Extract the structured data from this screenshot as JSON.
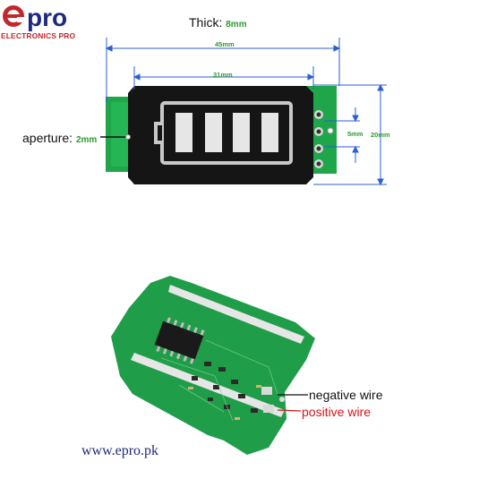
{
  "brand": {
    "name": "pro",
    "e_letter": "e",
    "tagline": "ELECTRONICS PRO",
    "website": "www.epro.pk",
    "colors": {
      "red": "#c0282d",
      "navy": "#1f2a7a"
    }
  },
  "diagram": {
    "thick_prefix": "Thick: ",
    "thick_value": "8mm",
    "aperture_prefix": "aperture: ",
    "aperture_value": "2mm",
    "dim_total_width": "45mm",
    "dim_display_width": "31mm",
    "dim_hole_spacing": "5mm",
    "dim_height": "20mm",
    "battery_bars": 4,
    "colors": {
      "pcb_green": "#1fa64a",
      "dimension_blue": "#2b5fd0",
      "dimension_text": "#2e9a2e"
    }
  },
  "wires": {
    "negative": "negative wire",
    "positive": "positive wire",
    "colors": {
      "negative": "#111111",
      "positive": "#d4141a"
    }
  }
}
